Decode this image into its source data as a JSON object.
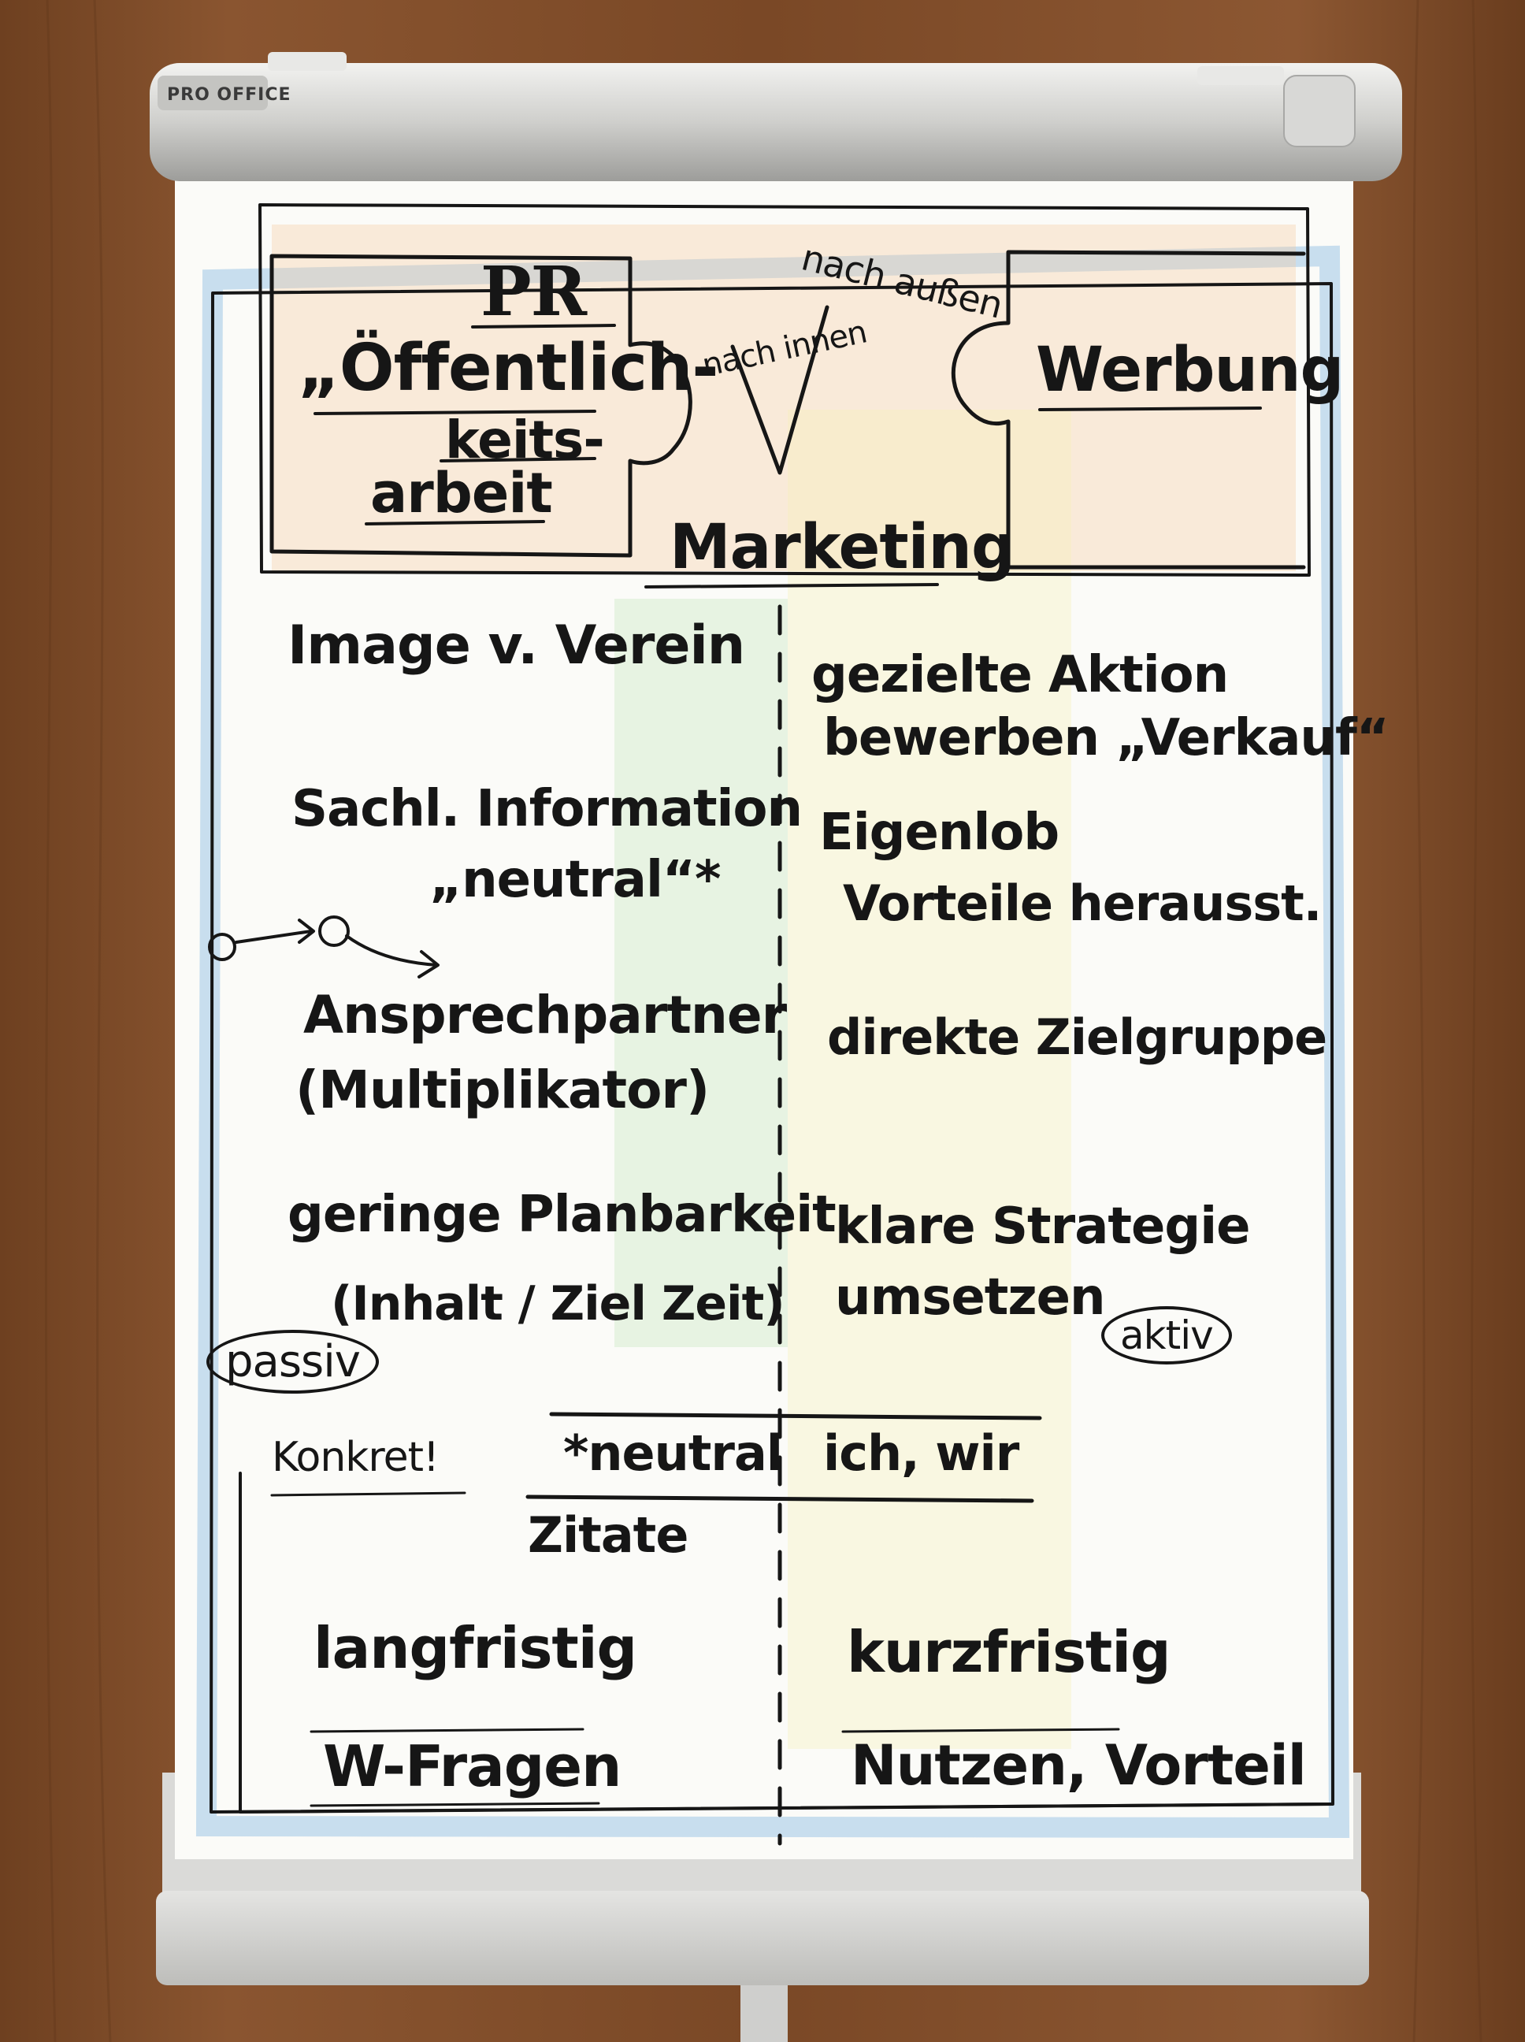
{
  "board": {
    "brand": "PRO OFFICE"
  },
  "header": {
    "pr": "PR",
    "public_relations_line1": "„Öffentlich-",
    "public_relations_line2": "keits-",
    "public_relations_line3": "arbeit",
    "inward": "nach innen",
    "outward": "nach außen",
    "advertising": "Werbung",
    "marketing": "Marketing"
  },
  "left_column": [
    "Image v. Verein",
    "Sachl. Information",
    "„neutral“*",
    "Ansprechpartner",
    "(Multiplikator)",
    "geringe Planbarkeit",
    "(Inhalt / Ziel Zeit)"
  ],
  "right_column": [
    "gezielte Aktion",
    "bewerben „Verkauf“",
    "Eigenlob",
    "Vorteile herausst.",
    "direkte Zielgruppe",
    "klare Strategie",
    "umsetzen"
  ],
  "tags": {
    "passive": "passiv",
    "active": "aktiv"
  },
  "lower": {
    "concrete": "Konkret!",
    "neutral_note": "*neutral",
    "quotes": "Zitate",
    "we": "ich, wir",
    "long_term": "langfristig",
    "w_questions": "W-Fragen",
    "short_term": "kurzfristig",
    "benefit": "Nutzen, Vorteil"
  },
  "colors": {
    "wood": "#7a4a26",
    "paper": "#fbfbf8",
    "ink": "#161616",
    "blue_frame": "#9fc6e6",
    "orange_wash": "#f6caa0",
    "green_wash": "#cfe8c8",
    "yellow_wash": "#f7f0b8"
  }
}
